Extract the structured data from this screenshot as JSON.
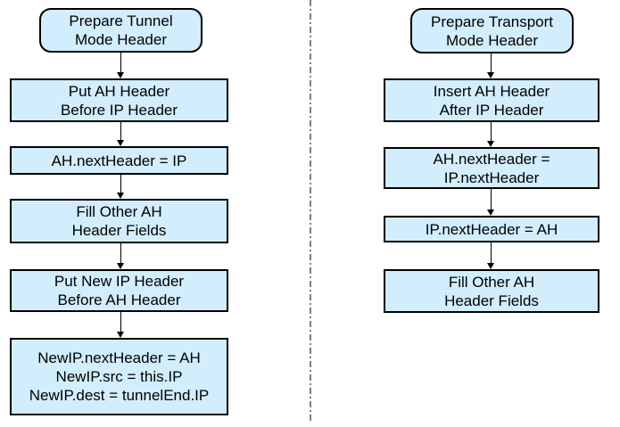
{
  "diagram": {
    "left_flow": {
      "title": "Prepare Tunnel\nMode Header",
      "steps": [
        "Put AH Header\nBefore IP Header",
        "AH.nextHeader = IP",
        "Fill Other AH\nHeader Fields",
        "Put New IP Header\nBefore AH Header",
        "NewIP.nextHeader = AH\nNewIP.src = this.IP\nNewIP.dest = tunnelEnd.IP"
      ]
    },
    "right_flow": {
      "title": "Prepare Transport\nMode Header",
      "steps": [
        "Insert AH Header\nAfter IP Header",
        "AH.nextHeader =\nIP.nextHeader",
        "IP.nextHeader = AH",
        "Fill Other AH\nHeader Fields"
      ]
    },
    "colors": {
      "node_fill": "#d2edfc",
      "node_border": "#000000",
      "divider": "#7f7f7f"
    }
  }
}
